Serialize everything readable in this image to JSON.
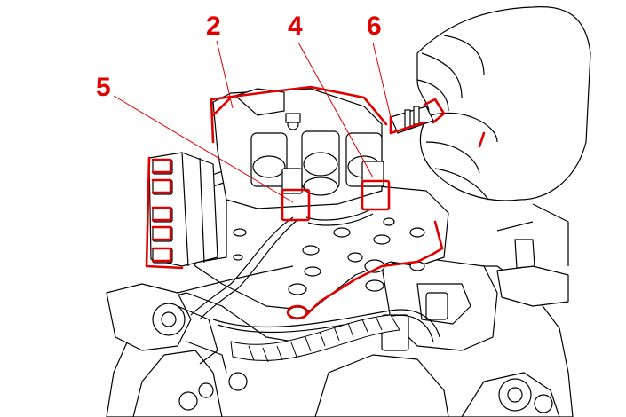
{
  "colors": {
    "highlight": "#e00000",
    "line": "#000000",
    "background": "#ffffff"
  },
  "callouts": [
    {
      "id": "2",
      "label": "2"
    },
    {
      "id": "4",
      "label": "4"
    },
    {
      "id": "5",
      "label": "5"
    },
    {
      "id": "6",
      "label": "6"
    }
  ]
}
